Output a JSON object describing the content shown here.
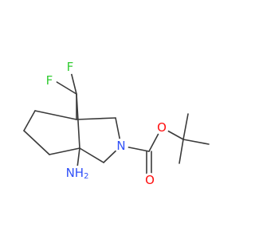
{
  "molecule": {
    "colors": {
      "bond": "#3a3a3a",
      "F": "#33cc33",
      "N": "#3050f8",
      "O": "#ff0d0d",
      "background": "#ffffff"
    },
    "labels": {
      "fluorine_top": "F",
      "fluorine_left": "F",
      "amine": "NH",
      "amine_subscript": "2",
      "ring_nitrogen": "N",
      "ester_oxygen": "O",
      "carbonyl_oxygen": "O"
    }
  }
}
